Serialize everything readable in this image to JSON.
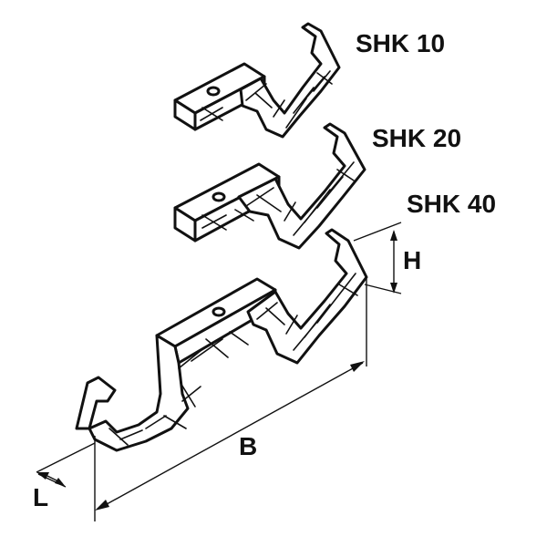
{
  "labels": {
    "shk10": "SHK 10",
    "shk20": "SHK 20",
    "shk40": "SHK 40",
    "height": "H",
    "width": "B",
    "length": "L"
  },
  "colors": {
    "line": "#111111",
    "background": "#ffffff"
  }
}
